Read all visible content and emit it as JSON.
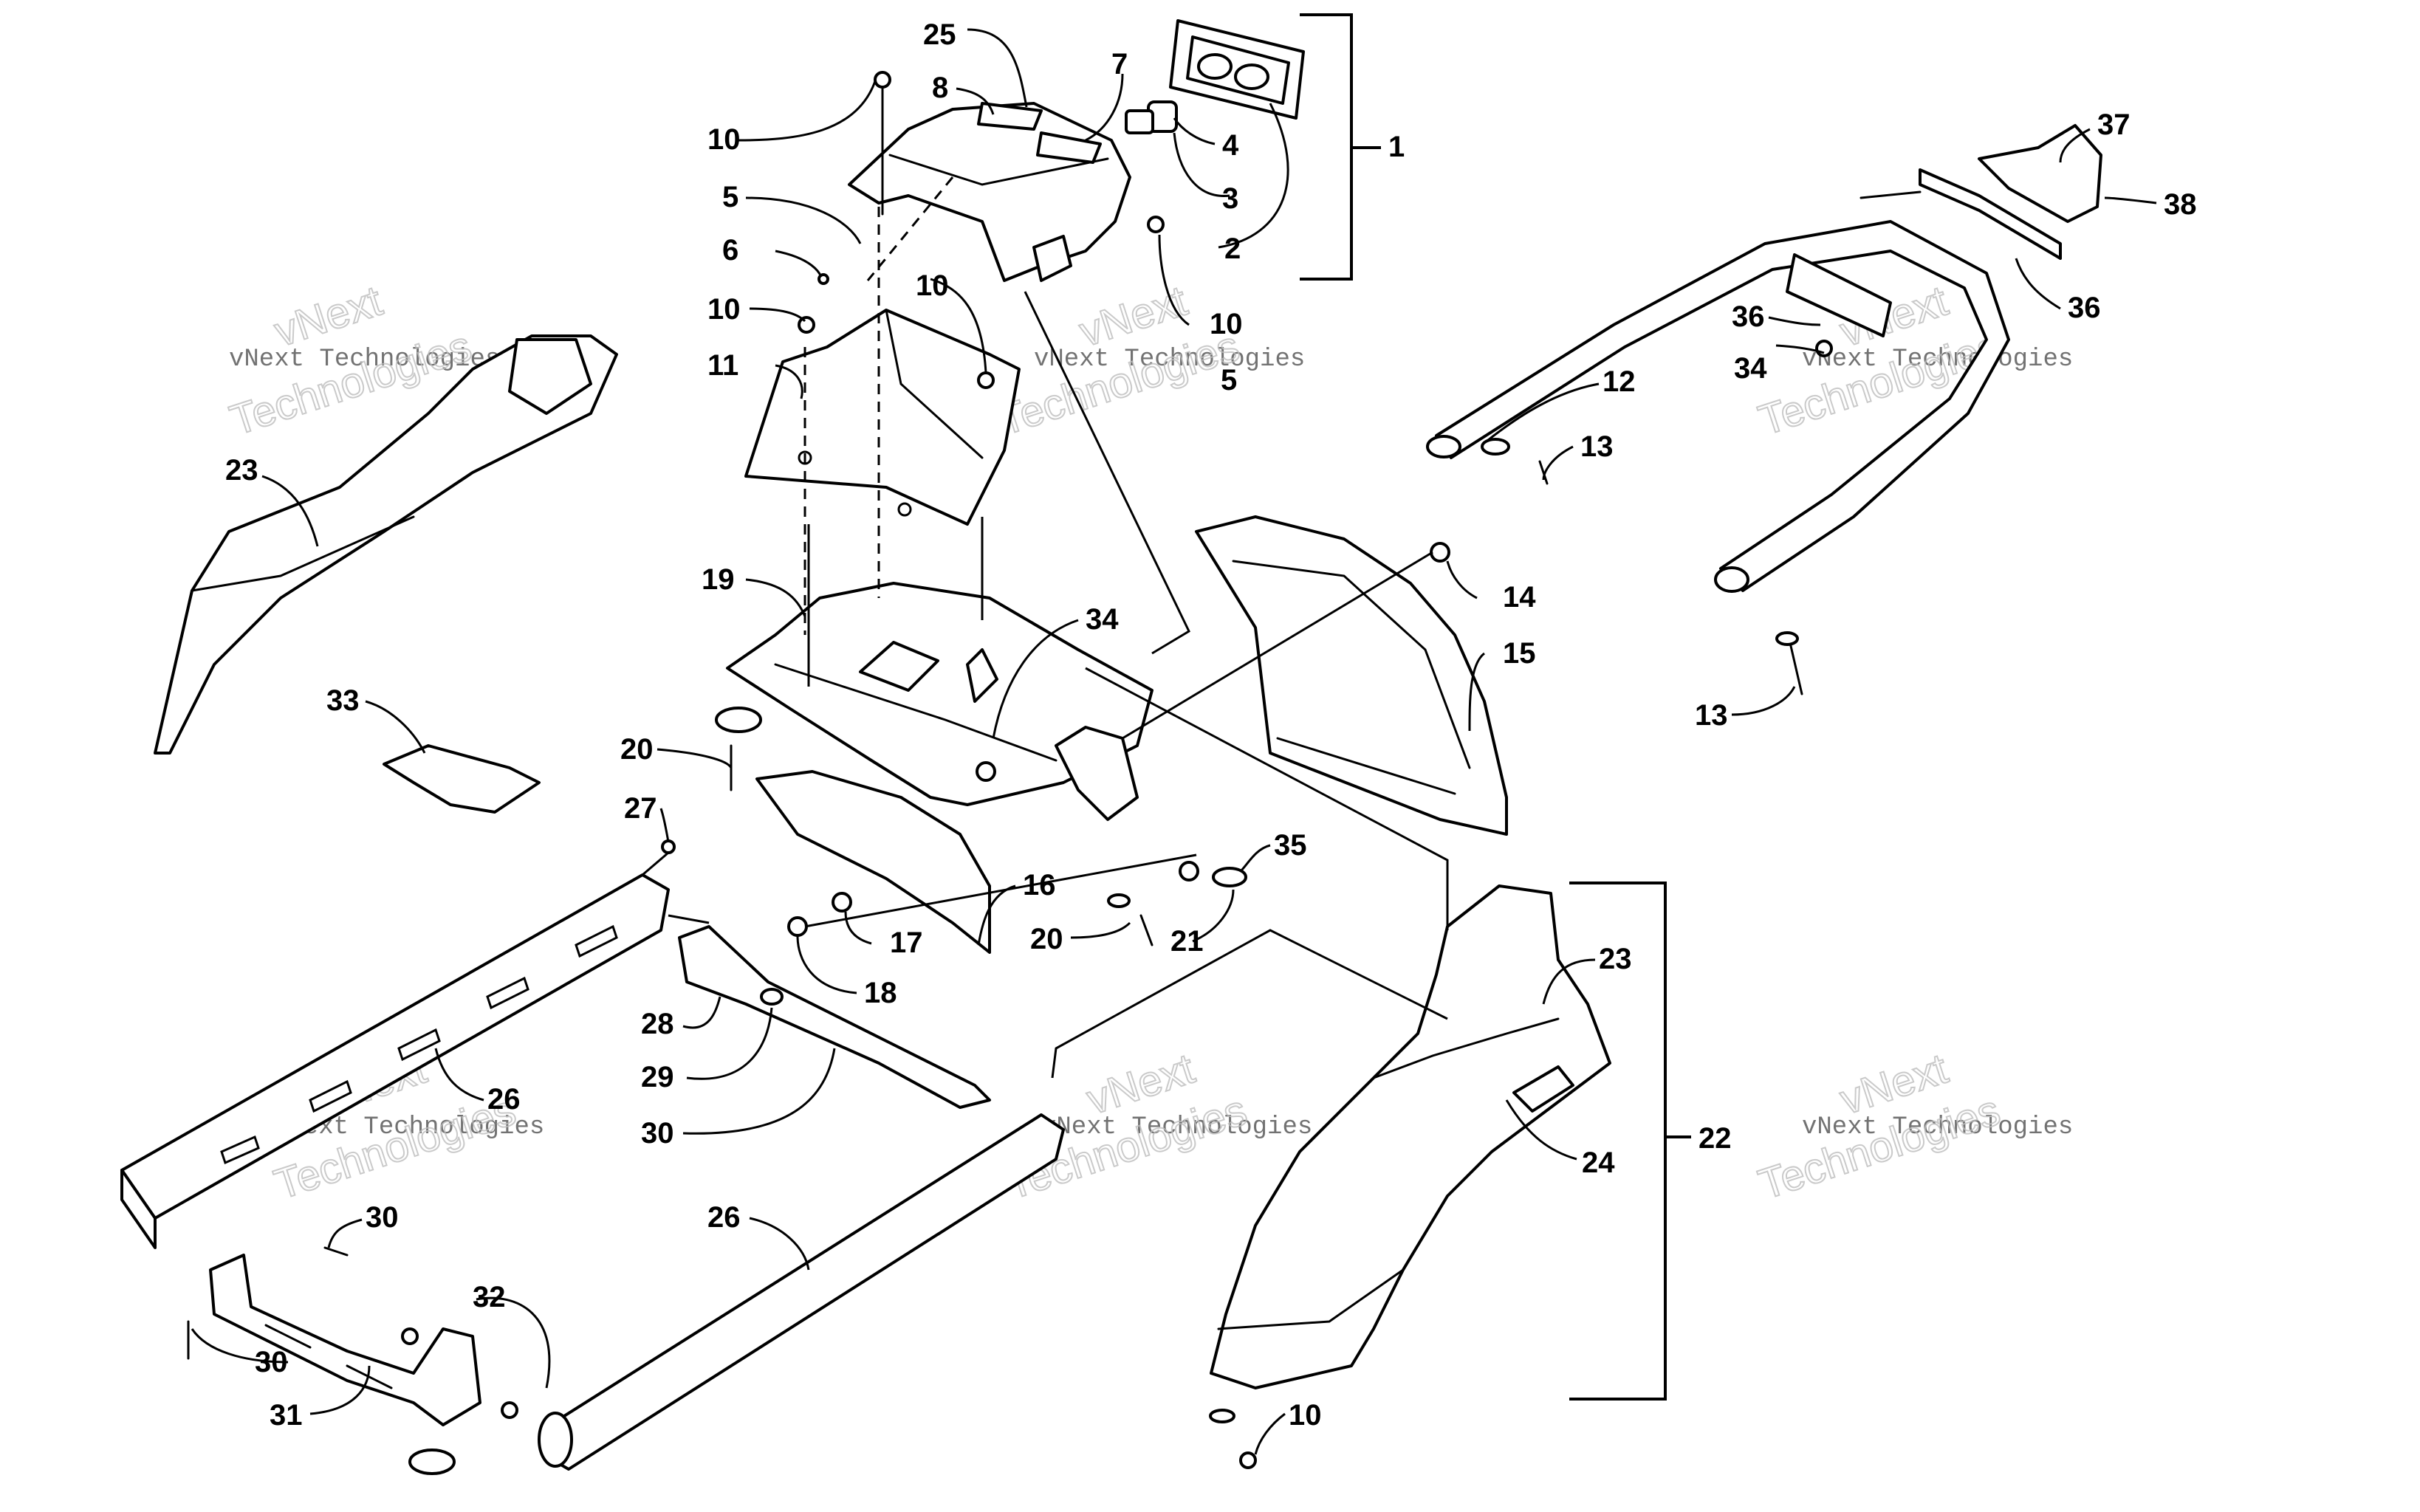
{
  "colors": {
    "line": "#000000",
    "background": "#ffffff",
    "watermark": "#bdbdbd"
  },
  "watermark": {
    "brand": "vNext",
    "line1": "vNext Technologies",
    "line2": "Technologies"
  },
  "callouts": {
    "c1": "1",
    "c2": "2",
    "c3": "3",
    "c4": "4",
    "c5a": "5",
    "c5b": "5",
    "c6": "6",
    "c7": "7",
    "c8": "8",
    "c10a": "10",
    "c10b": "10",
    "c10c": "10",
    "c10d": "10",
    "c10e": "10",
    "c11": "11",
    "c12": "12",
    "c13a": "13",
    "c13b": "13",
    "c14": "14",
    "c15": "15",
    "c16": "16",
    "c17": "17",
    "c18": "18",
    "c19": "19",
    "c20a": "20",
    "c20b": "20",
    "c21": "21",
    "c22": "22",
    "c23a": "23",
    "c23b": "23",
    "c24": "24",
    "c25": "25",
    "c26a": "26",
    "c26b": "26",
    "c27": "27",
    "c28": "28",
    "c29": "29",
    "c30a": "30",
    "c30b": "30",
    "c30c": "30",
    "c31": "31",
    "c32": "32",
    "c33": "33",
    "c34a": "34",
    "c34b": "34",
    "c35": "35",
    "c36a": "36",
    "c36b": "36",
    "c37": "37",
    "c38": "38"
  }
}
